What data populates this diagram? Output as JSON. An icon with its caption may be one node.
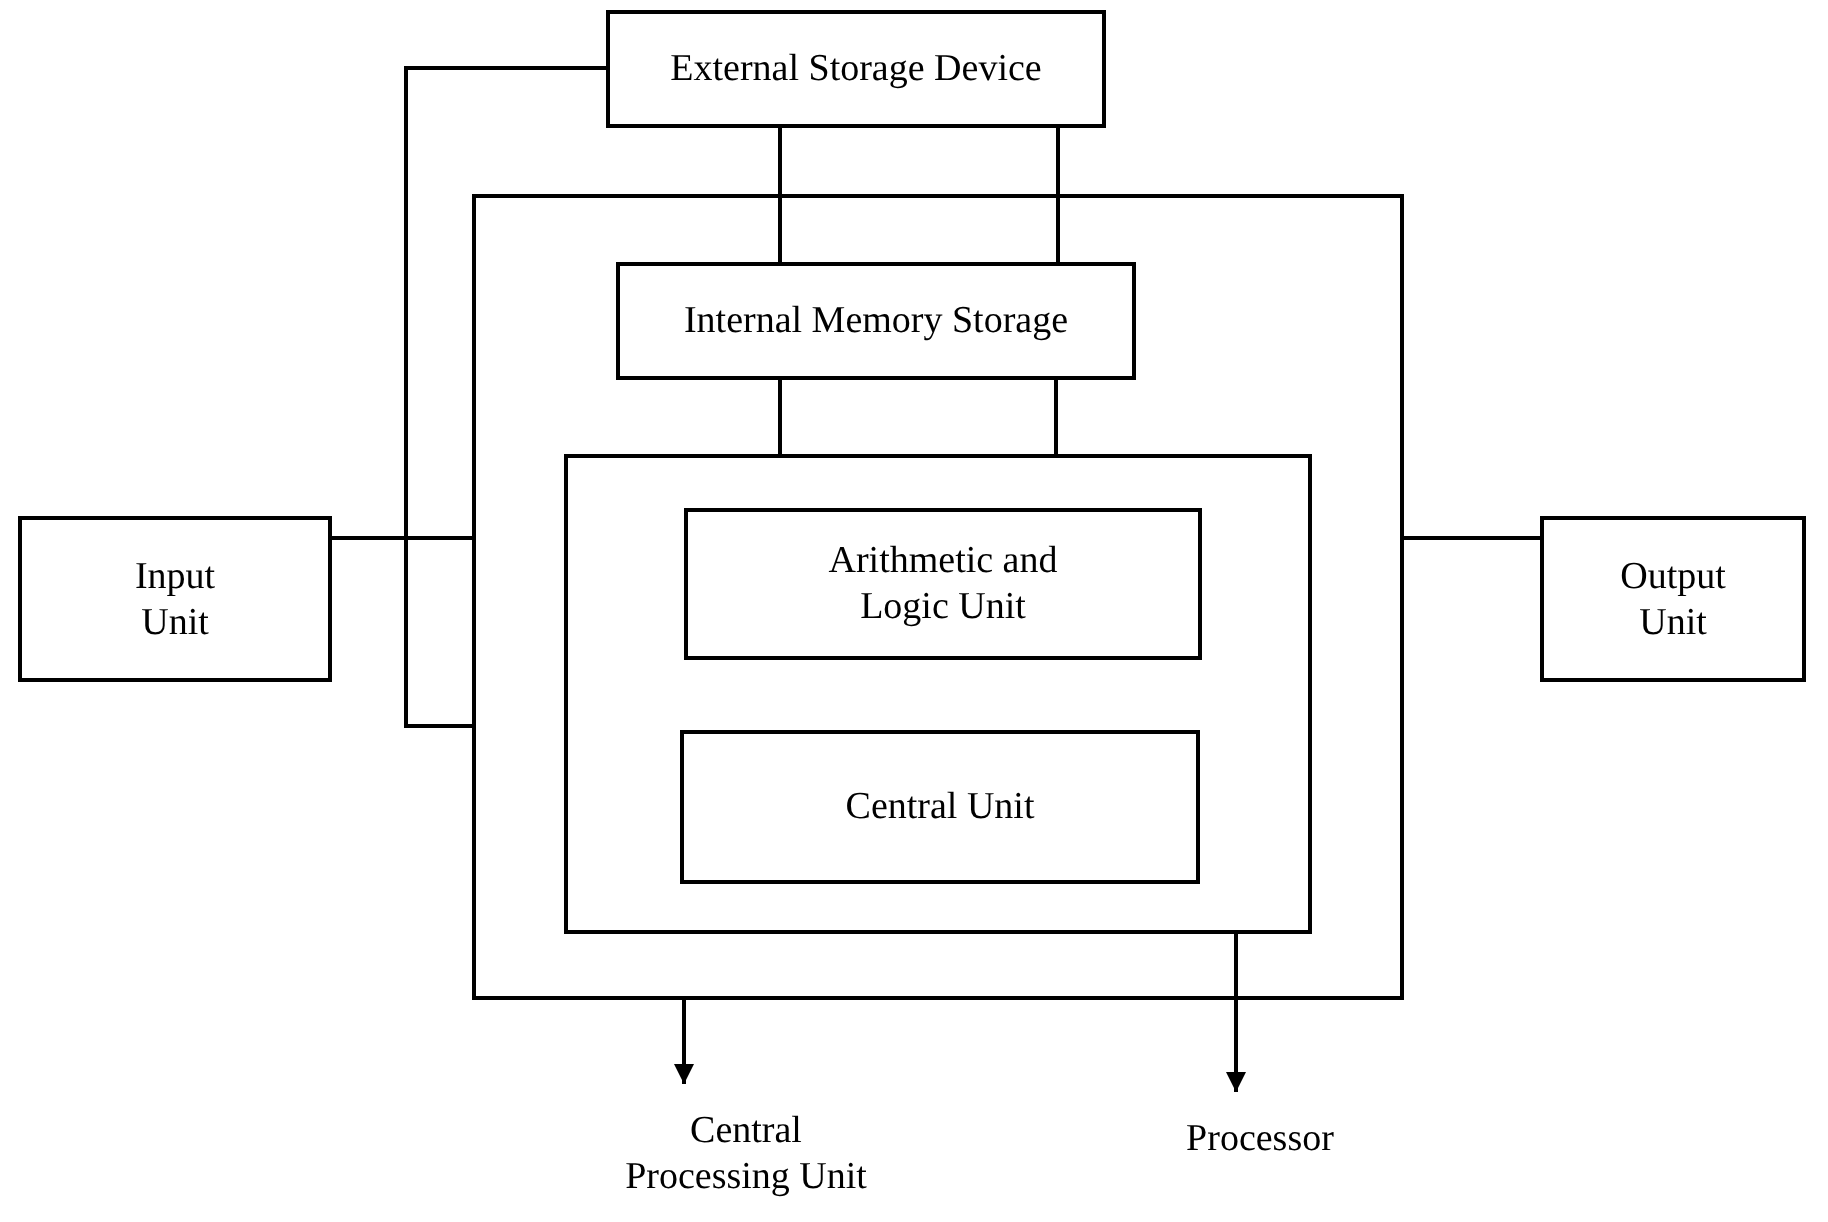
{
  "diagram": {
    "nodes": [
      {
        "text": [
          "External Storage Device"
        ]
      },
      {
        "text": [],
        "shape": "box"
      },
      {
        "text": [
          "Internal Memory Storage"
        ],
        "in": 1
      },
      {
        "text": [],
        "shape": "box",
        "in": 1
      },
      {
        "text": [
          "Arithmetic and Logic Unit"
        ],
        "in": 3
      },
      {
        "text": [
          "Central Unit"
        ],
        "in": 3
      },
      {
        "text": [
          "Input Unit"
        ]
      },
      {
        "text": [
          "Output Unit"
        ]
      },
      {
        "text": [
          "Central Processing Unit"
        ]
      },
      {
        "text": [
          "Processor"
        ]
      }
    ],
    "edges": [
      {
        "from": 0,
        "to": 2,
        "arrow": "none"
      },
      {
        "from": 0,
        "to": 2,
        "arrow": "none"
      },
      {
        "from": 2,
        "to": 3,
        "arrow": "none"
      },
      {
        "from": 2,
        "to": 3,
        "arrow": "none"
      },
      {
        "from": 0,
        "to": 1,
        "arrow": "none"
      },
      {
        "from": 6,
        "to": 1,
        "arrow": "none"
      },
      {
        "from": 1,
        "to": 7,
        "arrow": "none"
      },
      {
        "from": 1,
        "to": 8,
        "arrow": "to"
      },
      {
        "from": 3,
        "to": 9,
        "arrow": "to"
      }
    ]
  }
}
